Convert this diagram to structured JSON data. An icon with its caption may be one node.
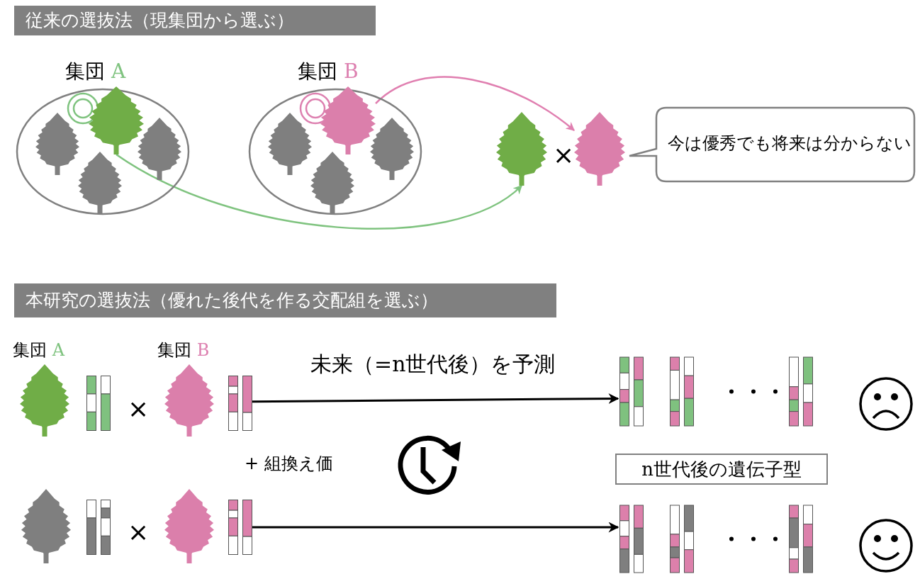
{
  "diagram": {
    "nodes": [
      {
        "text": [
          "従来の選抜法（現集団から選ぶ）"
        ]
      },
      {
        "text": [
          "集団 A"
        ]
      },
      {
        "text": [],
        "shape": "picture",
        "in": 1
      },
      {
        "text": [
          "集団 B"
        ]
      },
      {
        "text": [],
        "shape": "picture",
        "in": 3
      },
      {
        "text": [],
        "shape": "picture"
      },
      {
        "text": [],
        "shape": "picture"
      },
      {
        "text": [
          "今は優秀でも将来は分からない"
        ]
      },
      {
        "text": [
          "本研究の選抜法（優れた後代を作る交配組を選ぶ）"
        ]
      },
      {
        "text": [
          "集団 A"
        ]
      },
      {
        "text": [],
        "shape": "picture"
      },
      {
        "text": [
          "集団 B"
        ]
      },
      {
        "text": [],
        "shape": "picture"
      },
      {
        "text": [],
        "shape": "picture"
      },
      {
        "text": [],
        "shape": "picture"
      },
      {
        "text": [],
        "shape": "picture"
      },
      {
        "text": [],
        "shape": "picture"
      },
      {
        "text": [],
        "shape": "picture"
      },
      {
        "text": [
          "n世代後の遺伝子型"
        ]
      },
      {
        "text": [],
        "shape": "picture"
      }
    ],
    "edges": [
      {
        "from": 2,
        "to": 5,
        "arrow": "to",
        "color": "#7fc37f"
      },
      {
        "from": 4,
        "to": 6,
        "arrow": "to",
        "color": "#e07fb0"
      },
      {
        "from": 12,
        "to": 17,
        "arrow": "to",
        "label": "未来（=n世代後）を予測"
      },
      {
        "from": 16,
        "to": 19,
        "arrow": "to"
      }
    ],
    "labels": [
      "×",
      "×",
      "+ 組換え価",
      "×"
    ]
  }
}
